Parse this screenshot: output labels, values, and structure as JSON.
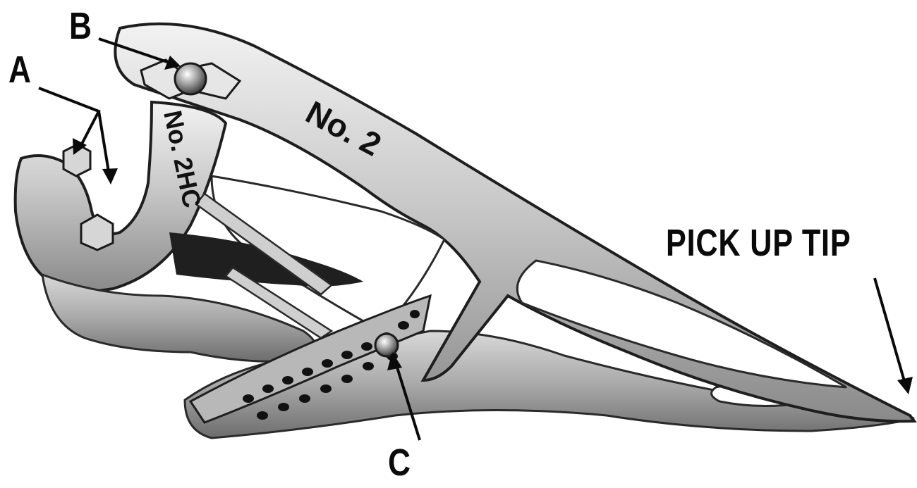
{
  "labels": {
    "a": "A",
    "b": "B",
    "c": "C",
    "pick_up_tip": "PICK UP TIP"
  },
  "tool_markings": {
    "model": "No. 2",
    "jaw": "No. 2HC"
  },
  "colors": {
    "background": "#ffffff",
    "ink": "#0a0a0a",
    "metal_light": "#e2e2e2",
    "metal_mid": "#a8a8a8",
    "metal_dark": "#5a5a5a"
  }
}
